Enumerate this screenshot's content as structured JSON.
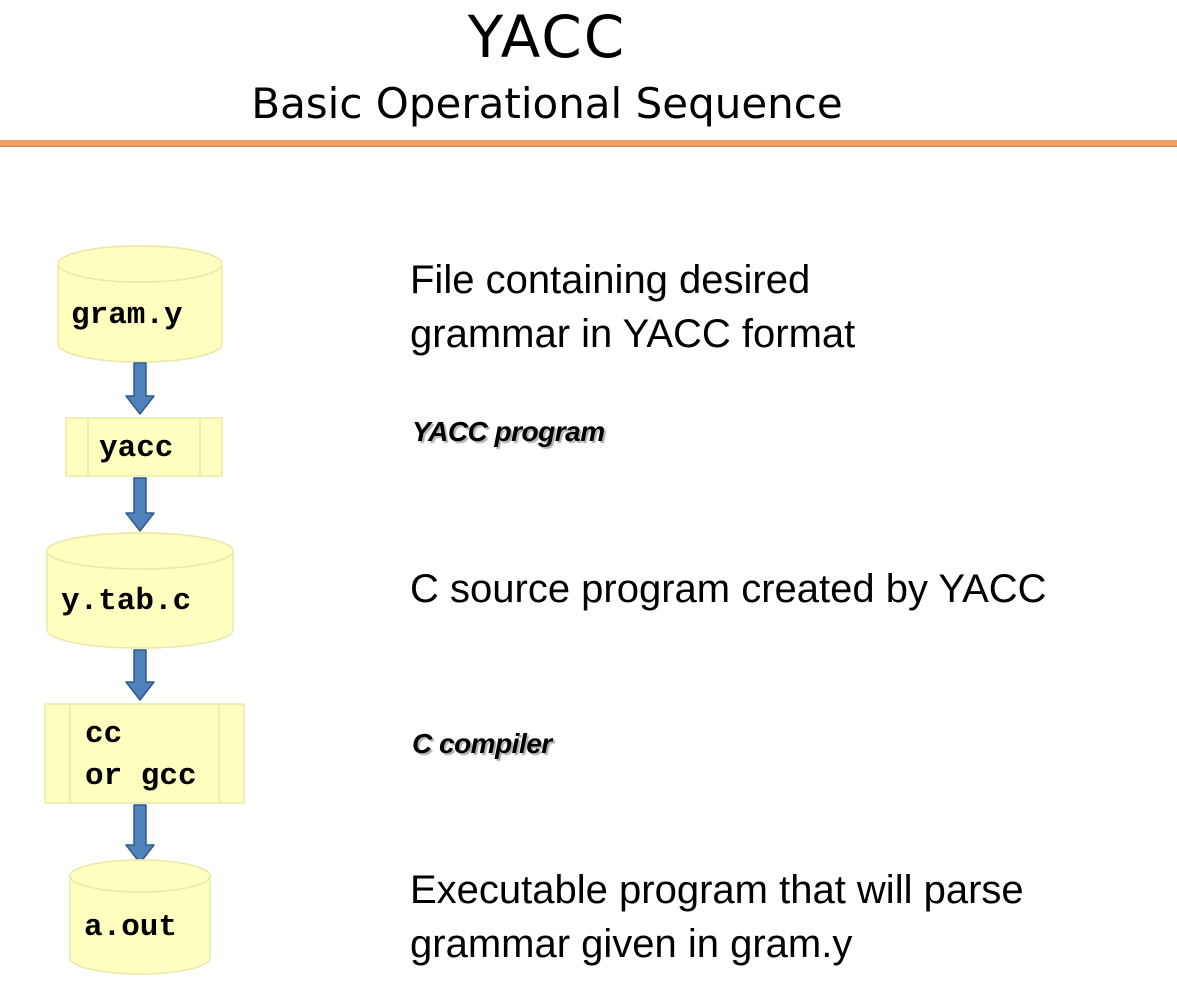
{
  "header": {
    "title": "YACC",
    "subtitle": "Basic Operational Sequence"
  },
  "colors": {
    "node_fill": "#ffffc0",
    "node_stroke": "#e8e8a8",
    "arrow_fill": "#4f81bd",
    "arrow_stroke": "#2f5a8a",
    "rule": "#f0a060"
  },
  "flow": {
    "nodes": [
      {
        "id": "gram_y",
        "shape": "cylinder",
        "label": "gram.y"
      },
      {
        "id": "yacc",
        "shape": "process",
        "label": "yacc"
      },
      {
        "id": "y_tab_c",
        "shape": "cylinder",
        "label": "y.tab.c"
      },
      {
        "id": "cc",
        "shape": "process",
        "label_line1": "cc",
        "label_line2": "or gcc"
      },
      {
        "id": "a_out",
        "shape": "cylinder",
        "label": "a.out"
      }
    ],
    "edges": [
      {
        "from": "gram_y",
        "to": "yacc"
      },
      {
        "from": "yacc",
        "to": "y_tab_c"
      },
      {
        "from": "y_tab_c",
        "to": "cc"
      },
      {
        "from": "cc",
        "to": "a_out"
      }
    ]
  },
  "descriptions": {
    "gram_y_line1": "File containing desired",
    "gram_y_line2": "grammar in YACC format",
    "yacc_note": "YACC program",
    "y_tab_c": "C source program created by YACC",
    "cc_note": "C compiler",
    "a_out_line1": "Executable program that will parse",
    "a_out_line2": "grammar given in gram.y"
  }
}
